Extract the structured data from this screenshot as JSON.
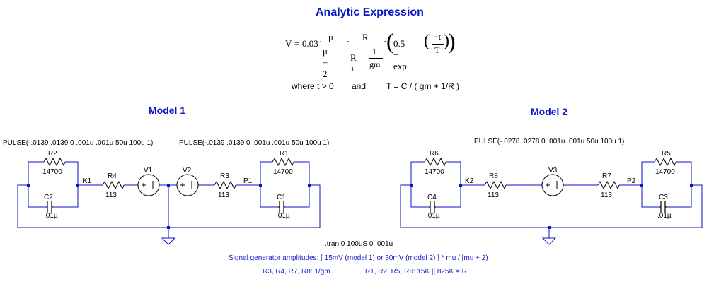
{
  "title": "Analytic Expression",
  "equation": {
    "lhs": "V",
    "eq": "=",
    "coef": "0.03",
    "mu_num": "μ",
    "mu_den": "μ + 2",
    "r_num": "R",
    "r_den_prefix": "R +",
    "one": "1",
    "gm": "gm",
    "paren_body": "0.5 − exp",
    "neg_t": "−t",
    "T": "T",
    "where": "where t > 0",
    "and": "and",
    "T_def": "T = C / ( gm + 1/R )"
  },
  "model1": {
    "title": "Model 1",
    "pulse_left": "PULSE(-.0139 .0139 0 .001u .001u 50u 100u 1)",
    "pulse_right": "PULSE(-.0139 .0139 0 .001u .001u 50u 100u 1)",
    "R2": {
      "name": "R2",
      "value": "14700"
    },
    "C2": {
      "name": "C2",
      "value": ".01µ"
    },
    "R4": {
      "name": "R4",
      "value": "113"
    },
    "V1": {
      "name": "V1"
    },
    "V2": {
      "name": "V2"
    },
    "R3": {
      "name": "R3",
      "value": "113"
    },
    "R1": {
      "name": "R1",
      "value": "14700"
    },
    "C1": {
      "name": "C1",
      "value": ".01µ"
    },
    "K1": "K1",
    "P1": "P1"
  },
  "model2": {
    "title": "Model 2",
    "pulse": "PULSE(-.0278 .0278 0 .001u .001u 50u 100u 1)",
    "R6": {
      "name": "R6",
      "value": "14700"
    },
    "C4": {
      "name": "C4",
      "value": ".01µ"
    },
    "R8": {
      "name": "R8",
      "value": "113"
    },
    "V3": {
      "name": "V3"
    },
    "R7": {
      "name": "R7",
      "value": "113"
    },
    "R5": {
      "name": "R5",
      "value": "14700"
    },
    "C3": {
      "name": "C3",
      "value": ".01µ"
    },
    "K2": "K2",
    "P2": "P2"
  },
  "notes": {
    "tran": ".tran 0 100uS 0 .001u",
    "signal": "Signal generator amplitudes:  [ 15mV (model 1) or 30mV (model 2) ]  * mu / [mu + 2)",
    "r_small": "R3, R4, R7, R8:  1/gm",
    "r_big": "R1, R2, R5, R6:  15K || 825K  =  R"
  },
  "colors": {
    "title": "#0a14c8",
    "wire": "#0a14c8",
    "node": "#0a14c8",
    "component": "#000000",
    "note": "#1a1acc"
  }
}
